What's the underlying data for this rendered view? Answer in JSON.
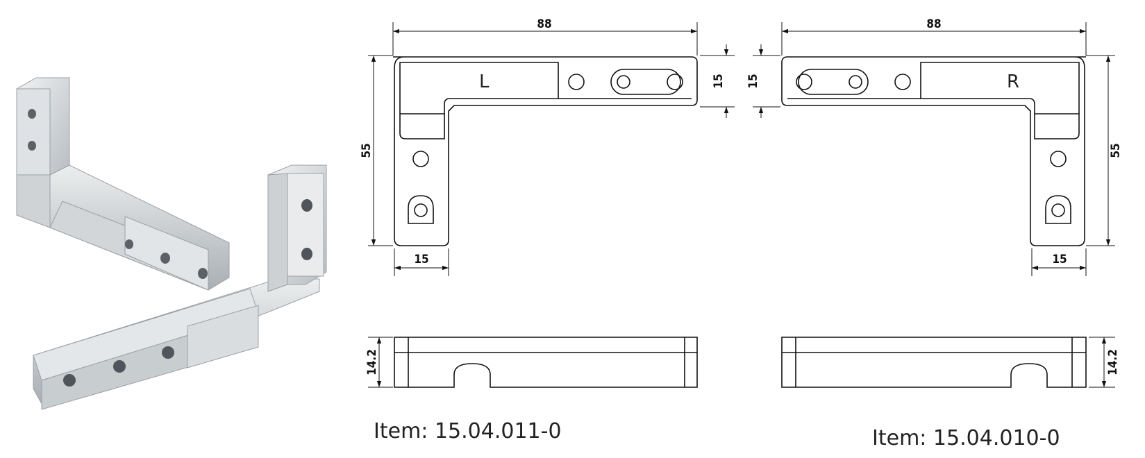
{
  "drawing": {
    "left_part": {
      "side_label": "L",
      "dims": {
        "length": "88",
        "height": "55",
        "arm_width_top": "15",
        "arm_width_bottom": "15",
        "thickness": "14.2"
      },
      "item_label": "Item: 15.04.011-0"
    },
    "right_part": {
      "side_label": "R",
      "dims": {
        "length": "88",
        "height": "55",
        "arm_width_top": "15",
        "arm_width_bottom": "15",
        "thickness": "14.2"
      },
      "item_label": "Item: 15.04.010-0"
    }
  },
  "colors": {
    "line": "#111111",
    "metal_light": "#e7e9ea",
    "metal_mid": "#c9cdd0",
    "metal_dark": "#8f9599"
  }
}
